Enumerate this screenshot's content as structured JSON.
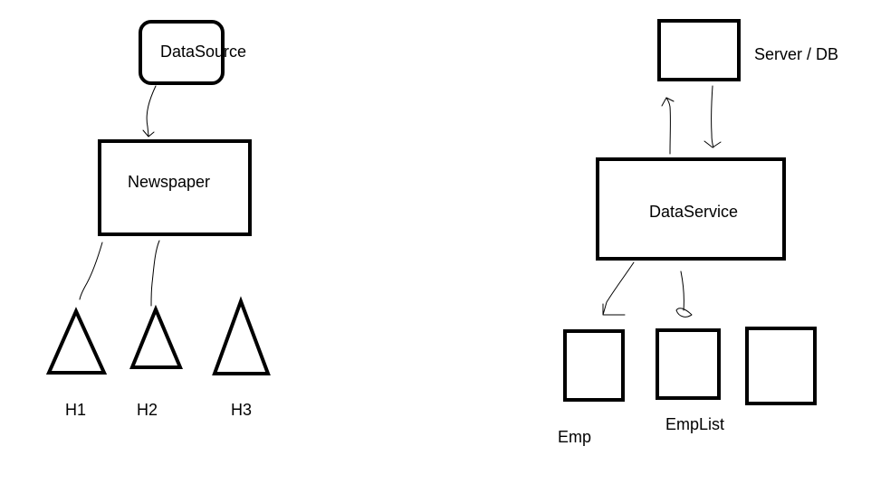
{
  "observer_diagram": {
    "source_label": "DataSource",
    "subject_label": "Newspaper",
    "observers": [
      "H1",
      "H2",
      "H3"
    ]
  },
  "service_diagram": {
    "server_label": "Server / DB",
    "service_label": "DataService",
    "consumers": [
      "Emp",
      "EmpList",
      ""
    ]
  },
  "colors": {
    "stroke": "#000000",
    "background": "#ffffff"
  }
}
